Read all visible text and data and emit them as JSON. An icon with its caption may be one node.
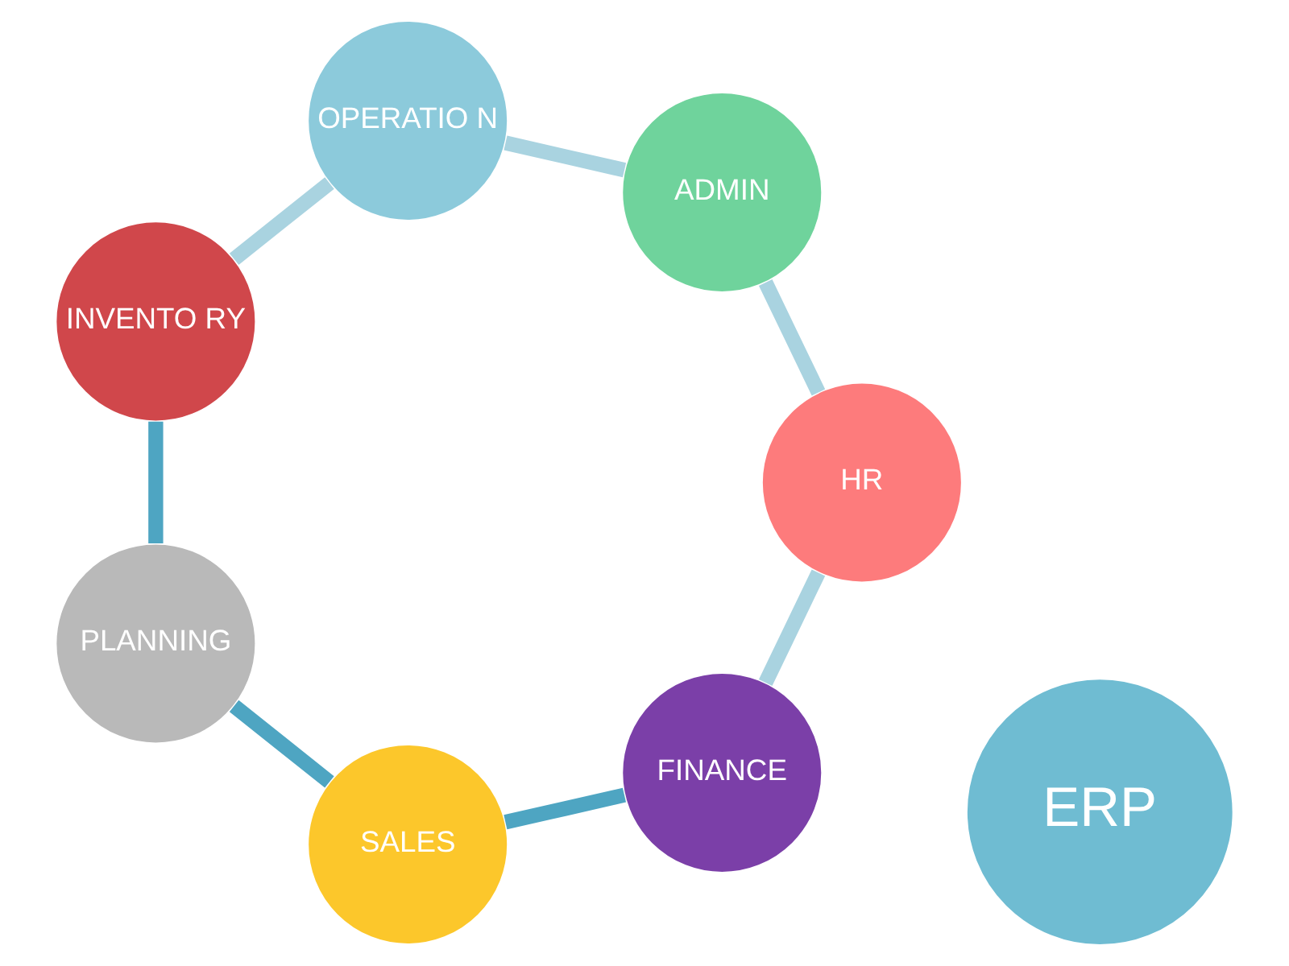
{
  "diagram": {
    "nodes": [
      {
        "text": [
          "ERP"
        ]
      },
      {
        "text": [
          "FINANCE"
        ]
      },
      {
        "text": [
          "SALES"
        ]
      },
      {
        "text": [
          "PLANNING"
        ]
      },
      {
        "text": [
          "INVENTO RY"
        ]
      },
      {
        "text": [
          "OPERATIO N"
        ]
      },
      {
        "text": [
          "ADMIN"
        ]
      },
      {
        "text": [
          "HR"
        ]
      }
    ],
    "edges": [
      {
        "from": 1,
        "to": 2,
        "arrow": "none",
        "color": "#4ea5c2"
      },
      {
        "from": 2,
        "to": 3,
        "arrow": "none",
        "color": "#4ea5c2"
      },
      {
        "from": 3,
        "to": 4,
        "arrow": "none",
        "color": "#4ea5c2"
      },
      {
        "from": 4,
        "to": 5,
        "arrow": "none",
        "color": "#a9d3e0"
      },
      {
        "from": 5,
        "to": 6,
        "arrow": "none",
        "color": "#a9d3e0"
      },
      {
        "from": 6,
        "to": 7,
        "arrow": "none",
        "color": "#a9d3e0"
      },
      {
        "from": 7,
        "to": 1,
        "arrow": "none",
        "color": "#a9d3e0"
      }
    ]
  }
}
